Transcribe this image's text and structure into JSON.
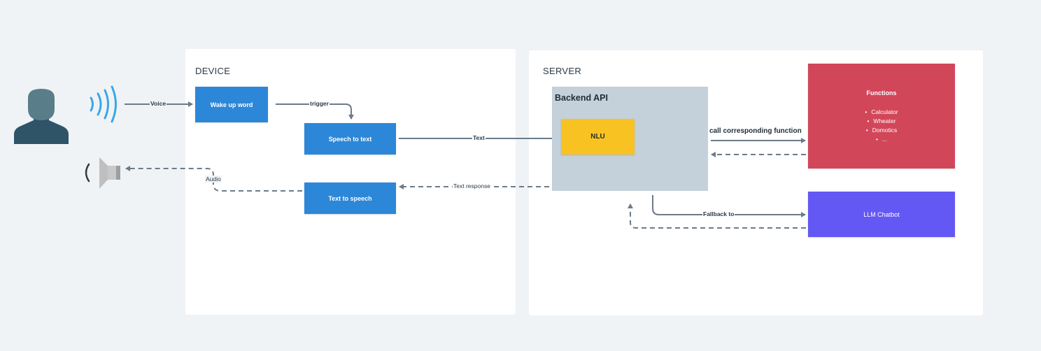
{
  "panels": {
    "device_title": "DEVICE",
    "server_title": "SERVER"
  },
  "nodes": {
    "wake_up_word": "Wake up word",
    "speech_to_text": "Speech to text",
    "text_to_speech": "Text to speech",
    "backend_api": "Backend API",
    "nlu": "NLU",
    "functions_title": "Functions",
    "functions_items": [
      "Calculator",
      "Wheater",
      "Domotics",
      "..."
    ],
    "llm_chatbot": "LLM Chatbot"
  },
  "edges": {
    "voice": "Voice",
    "trigger": "trigger",
    "text": "Text",
    "text_response": "Text response",
    "audio": "Audio",
    "call_function": "call corresponding function",
    "fallback": "Fallback to"
  },
  "icons": {
    "user": "user-icon",
    "sound_waves": "sound-waves-icon",
    "speaker": "speaker-icon"
  },
  "colors": {
    "background": "#f0f3f6",
    "node_blue": "#2c87d8",
    "backend": "#c4d0da",
    "nlu": "#f8c322",
    "functions": "#d2465a",
    "llm": "#6458f5",
    "connector": "#6b7b8a",
    "wave": "#3aa7e6"
  }
}
